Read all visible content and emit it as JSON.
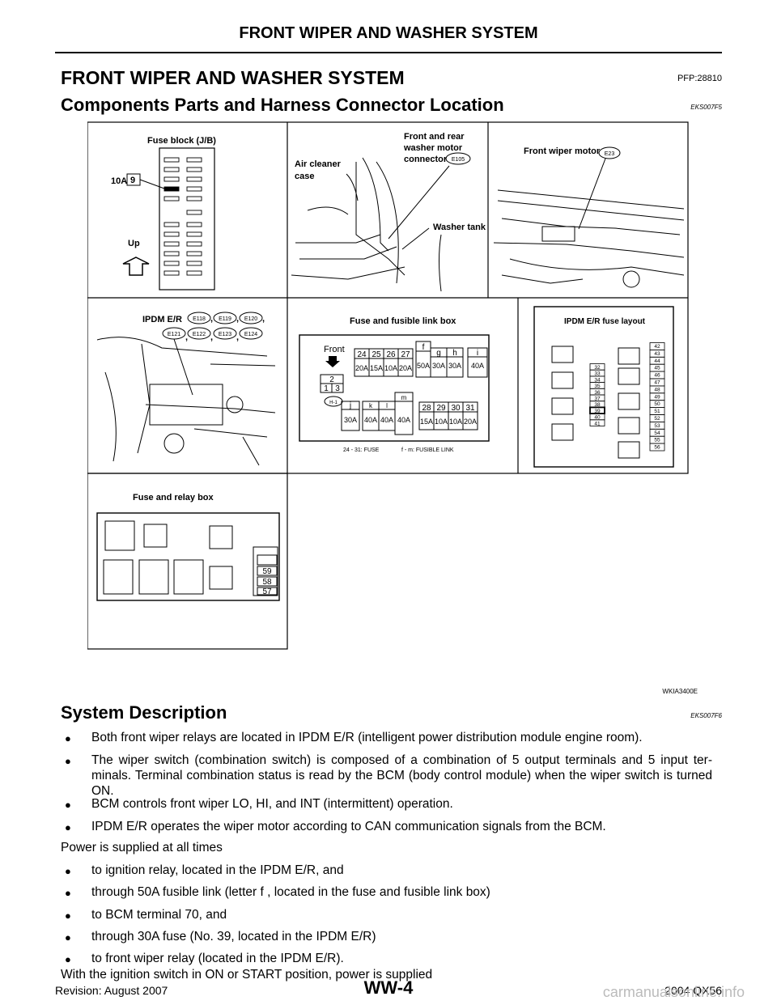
{
  "header": {
    "running_title": "FRONT WIPER AND WASHER SYSTEM"
  },
  "section": {
    "title": "FRONT WIPER AND WASHER SYSTEM",
    "code": "PFP:28810"
  },
  "subsection1": {
    "title": "Components Parts and Harness Connector Location",
    "code": "EKS007F5"
  },
  "figure": {
    "id": "WKIA3400E",
    "fuse_block": {
      "title": "Fuse block (J/B)",
      "fuse_rating": "10A",
      "fuse_no": "9",
      "up_label": "Up"
    },
    "engine_bay": {
      "air_cleaner": "Air cleaner",
      "case": "case",
      "washer_connector_l1": "Front and rear",
      "washer_connector_l2": "washer motor",
      "washer_connector_l3": "connector",
      "washer_connector_code": "E105",
      "washer_tank": "Washer tank"
    },
    "wiper_motor": {
      "label": "Front wiper motor",
      "code": "E23"
    },
    "ipdm": {
      "label": "IPDM E/R",
      "connectors": [
        "E118",
        "E119",
        "E120",
        "E121",
        "E122",
        "E123",
        "E124"
      ]
    },
    "fusible_link_box": {
      "title": "Fuse and fusible link box",
      "front_label": "Front",
      "connector": "H-1",
      "pins": [
        "2",
        "1",
        "3"
      ],
      "fuse_nums_top": [
        "24",
        "25",
        "26",
        "27"
      ],
      "fuse_ratings_top": [
        "20A",
        "15A",
        "10A",
        "20A"
      ],
      "link_letters_top": [
        "f",
        "g",
        "h",
        "i"
      ],
      "link_ratings_top": [
        "50A",
        "30A",
        "30A",
        "40A"
      ],
      "link_letters_bottom": [
        "j",
        "k",
        "l",
        "m"
      ],
      "link_ratings_bottom": [
        "30A",
        "40A",
        "40A",
        "40A"
      ],
      "fuse_nums_bottom": [
        "28",
        "29",
        "30",
        "31"
      ],
      "fuse_ratings_bottom": [
        "15A",
        "10A",
        "10A",
        "20A"
      ],
      "legend_fuse": "24 - 31: FUSE",
      "legend_link": "f - m: FUSIBLE LINK"
    },
    "ipdm_layout": {
      "title": "IPDM E/R fuse layout",
      "col1": [
        "32",
        "33",
        "34",
        "35",
        "36",
        "37",
        "38",
        "39",
        "40",
        "41"
      ],
      "col2": [
        "42",
        "43",
        "44",
        "45",
        "46",
        "47",
        "48",
        "49",
        "50",
        "51",
        "52",
        "53",
        "54",
        "55",
        "56"
      ]
    },
    "relay_box": {
      "title": "Fuse and relay box",
      "fuses": [
        "59",
        "58",
        "57"
      ]
    }
  },
  "subsection2": {
    "title": "System Description",
    "code": "EKS007F6"
  },
  "description": {
    "bullets1": [
      "Both front wiper relays are located in IPDM E/R (intelligent power distribution module engine room).",
      "The wiper switch (combination switch) is composed of a combination of 5 output terminals and 5 input ter-minals. Terminal combination status is read by the BCM (body control module) when the wiper switch is turned ON.",
      "BCM controls front wiper LO, HI, and INT (intermittent) operation.",
      "IPDM E/R operates the wiper motor according to CAN communication signals from the BCM."
    ],
    "power_intro": "Power is supplied at all times",
    "bullets2": [
      "to ignition relay, located in the IPDM E/R, and",
      "through 50A fusible link (letter f , located in the fuse and fusible link box)",
      "to BCM terminal 70, and",
      "through 30A fuse (No. 39, located in the IPDM E/R)",
      "to front wiper relay (located in the IPDM E/R)."
    ],
    "ignition_text": "With the ignition switch in ON or START position, power is supplied"
  },
  "footer": {
    "revision": "Revision: August 2007",
    "page_id": "WW-4",
    "model": "2004 QX56",
    "watermark": "carmanualsonline.info"
  },
  "colors": {
    "ink": "#000000",
    "watermark": "#bbbbbb"
  }
}
